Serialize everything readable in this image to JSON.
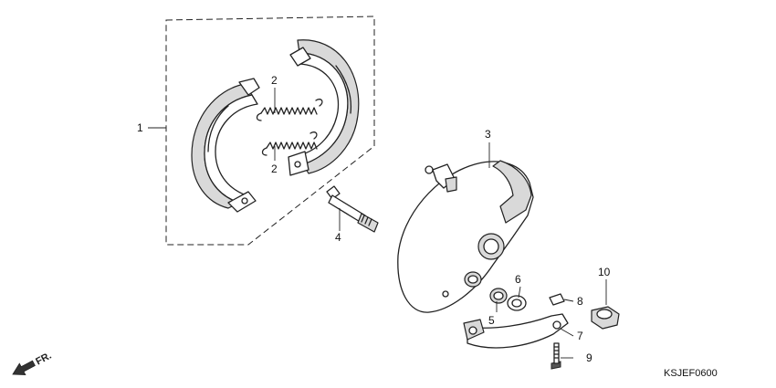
{
  "diagram_code": "KSJEF0600",
  "direction_label": "FR.",
  "callouts": [
    {
      "id": "1",
      "label": "1"
    },
    {
      "id": "2a",
      "label": "2"
    },
    {
      "id": "2b",
      "label": "2"
    },
    {
      "id": "3",
      "label": "3"
    },
    {
      "id": "4",
      "label": "4"
    },
    {
      "id": "5",
      "label": "5"
    },
    {
      "id": "6",
      "label": "6"
    },
    {
      "id": "7",
      "label": "7"
    },
    {
      "id": "8",
      "label": "8"
    },
    {
      "id": "9",
      "label": "9"
    },
    {
      "id": "10",
      "label": "10"
    }
  ]
}
